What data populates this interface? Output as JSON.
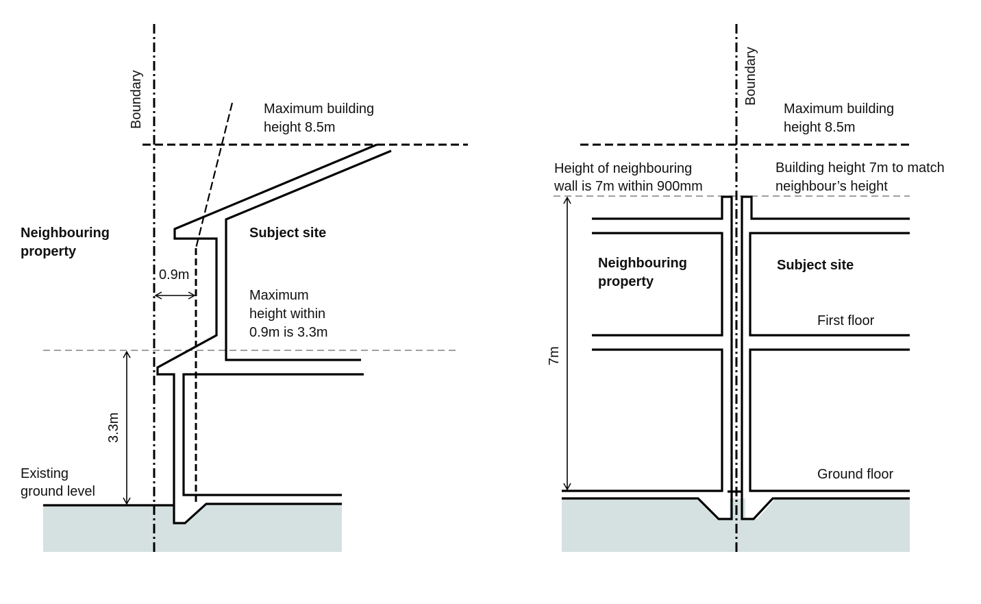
{
  "colors": {
    "ground_fill": "#d5e1e0",
    "line": "#000000",
    "text": "#111111",
    "reference_line": "#666666"
  },
  "left_diagram": {
    "boundary_label": "Boundary",
    "max_height_label_line1": "Maximum building",
    "max_height_label_line2": "height 8.5m",
    "neighbouring_label_line1": "Neighbouring",
    "neighbouring_label_line2": "property",
    "subject_label": "Subject site",
    "setback_label": "0.9m",
    "within_label_line1": "Maximum",
    "within_label_line2": "height within",
    "within_label_line3": "0.9m is 3.3m",
    "height_dimension_label": "3.3m",
    "ground_label_line1": "Existing",
    "ground_label_line2": "ground level"
  },
  "right_diagram": {
    "boundary_label": "Boundary",
    "max_height_label_line1": "Maximum building",
    "max_height_label_line2": "height 8.5m",
    "neighbour_wall_label_line1": "Height of neighbouring",
    "neighbour_wall_label_line2": "wall is 7m within 900mm",
    "match_label_line1": "Building height 7m to match",
    "match_label_line2": "neighbour’s height",
    "neighbouring_label_line1": "Neighbouring",
    "neighbouring_label_line2": "property",
    "subject_label": "Subject site",
    "first_floor_label": "First floor",
    "ground_floor_label": "Ground floor",
    "height_dimension_label": "7m"
  }
}
